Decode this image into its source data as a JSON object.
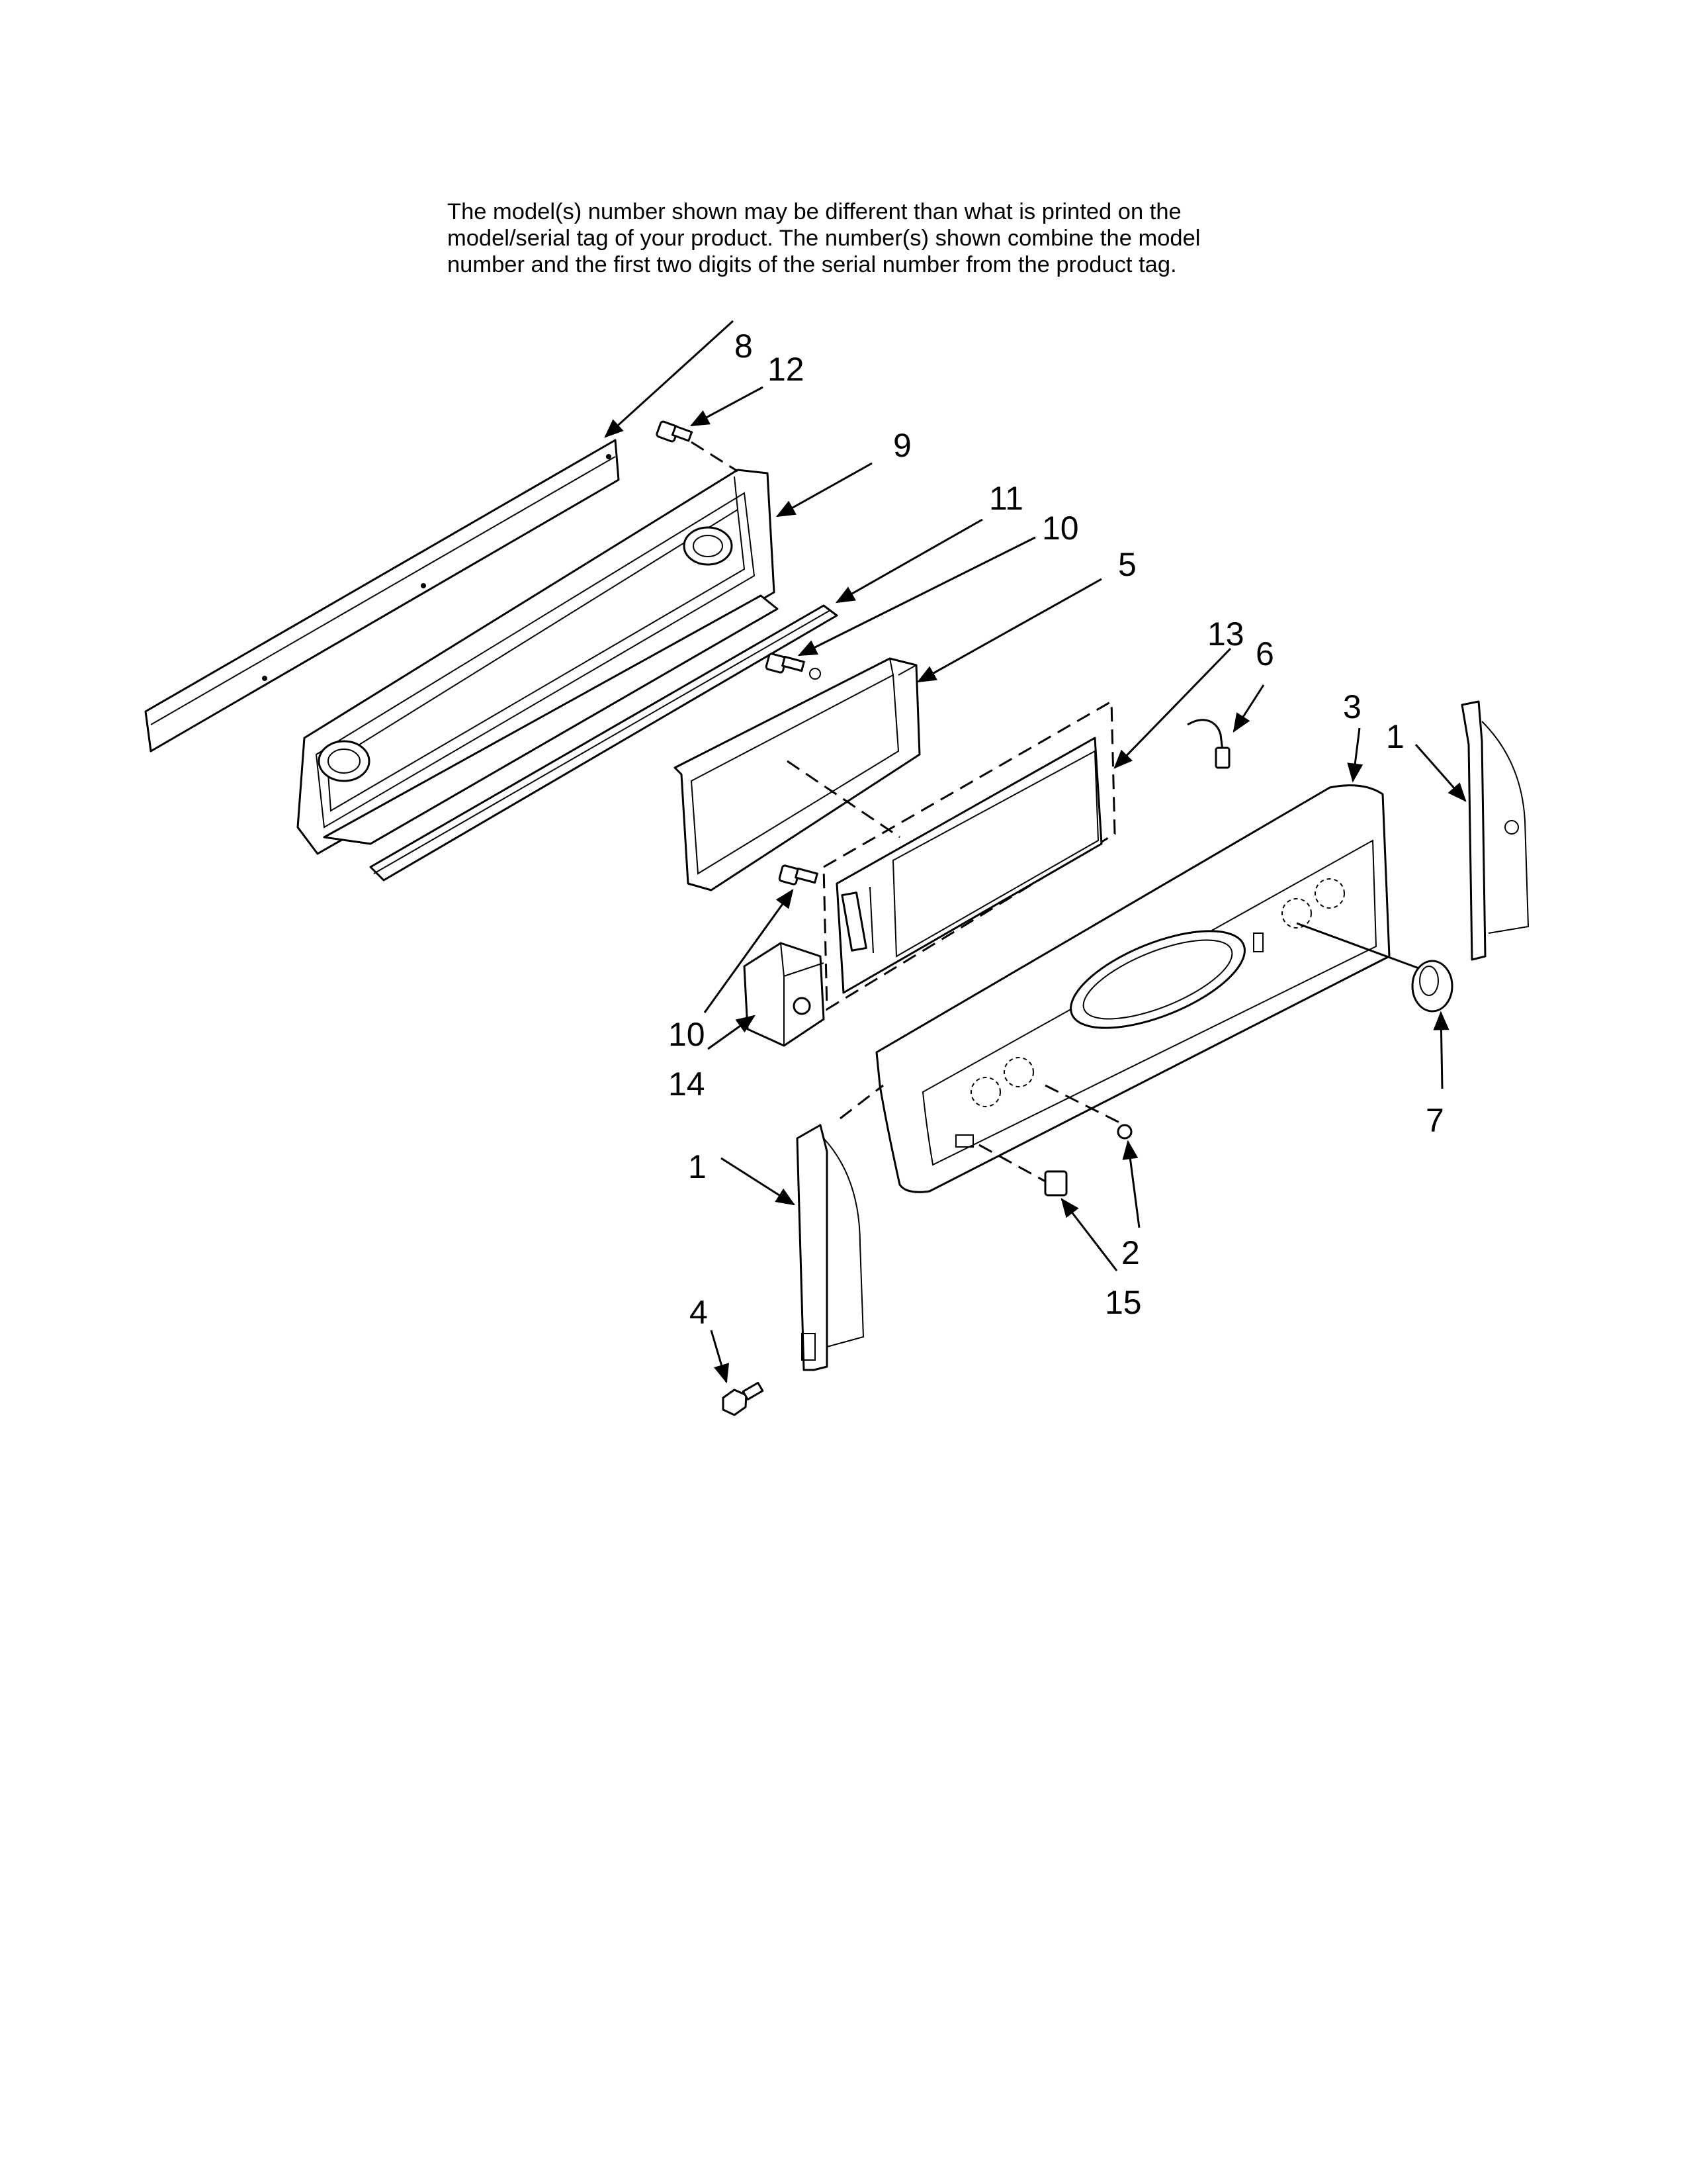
{
  "note": {
    "line1": "The model(s) number shown may be different than what is printed on the",
    "line2": "model/serial tag of your product. The number(s) shown combine the model",
    "line3": "number and the first two digits of the serial number from the product tag."
  },
  "callouts": {
    "c8": "8",
    "c12": "12",
    "c9": "9",
    "c11": "11",
    "c10a": "10",
    "c5": "5",
    "c13": "13",
    "c6": "6",
    "c3": "3",
    "c1a": "1",
    "c10b": "10",
    "c14": "14",
    "c7": "7",
    "c1b": "1",
    "c2": "2",
    "c15": "15",
    "c4": "4"
  }
}
